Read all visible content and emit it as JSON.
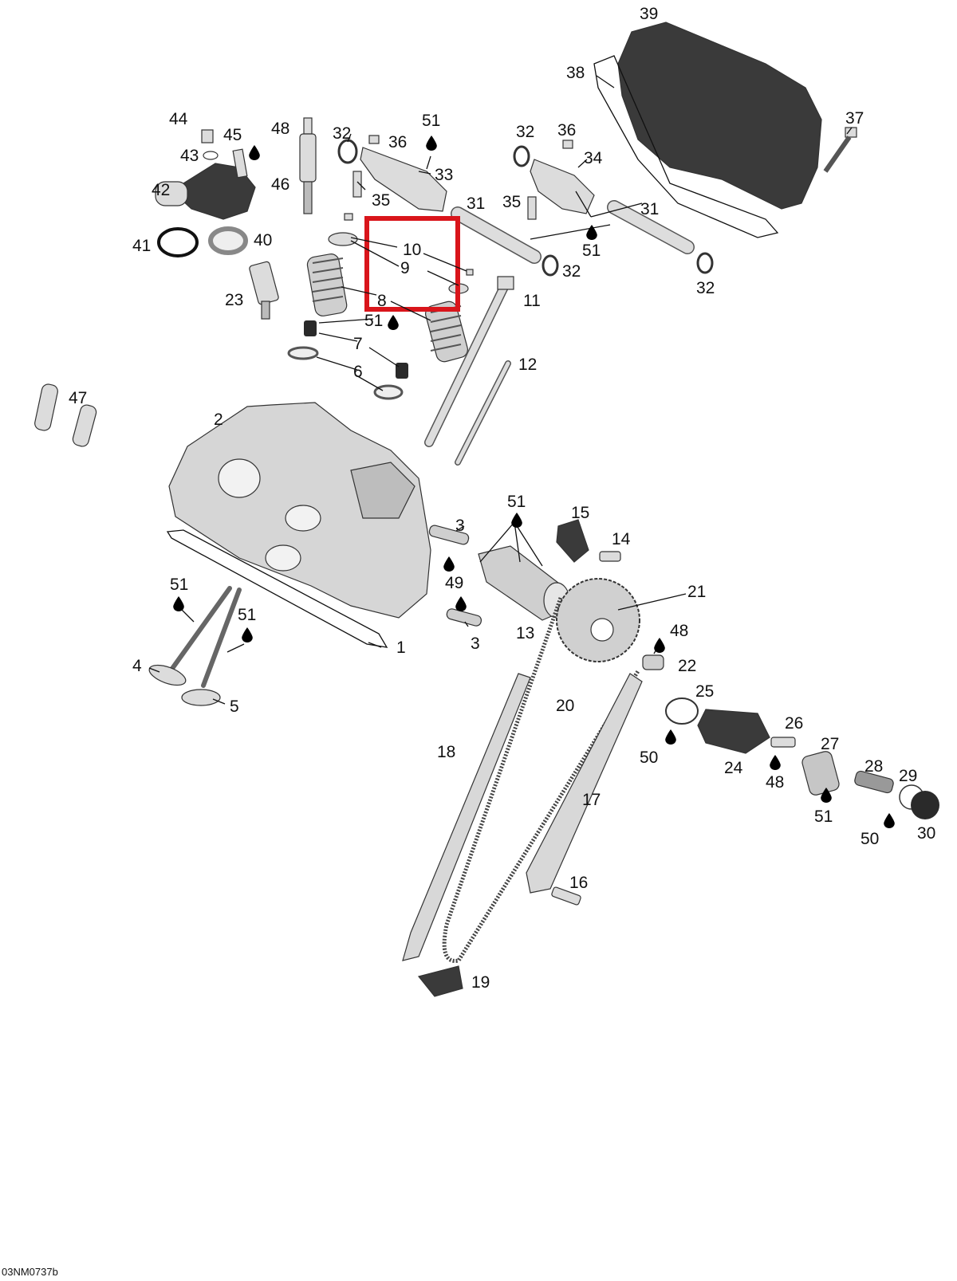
{
  "diagram": {
    "drawing_code": "03NM0737b",
    "highlight_color": "#d9151b",
    "part_fill": "#dcdcdc",
    "dark_part_fill": "#3a3a3a",
    "callouts": {
      "c39": "39",
      "c38": "38",
      "c37": "37",
      "c44": "44",
      "c45": "45",
      "c48a": "48",
      "c43": "43",
      "c42": "42",
      "c46": "46",
      "c32a": "32",
      "c36a": "36",
      "c51a": "51",
      "c33": "33",
      "c35a": "35",
      "c32b": "32",
      "c36b": "36",
      "c34": "34",
      "c35b": "35",
      "c31a": "31",
      "c31b": "31",
      "c51b": "51",
      "c32c": "32",
      "c32d": "32",
      "c41": "41",
      "c40": "40",
      "c10": "10",
      "c9": "9",
      "c23": "23",
      "c8": "8",
      "c11": "11",
      "c51c": "51",
      "c7": "7",
      "c6": "6",
      "c12": "12",
      "c47": "47",
      "c2": "2",
      "c51d": "51",
      "c15": "15",
      "c3a": "3",
      "c14": "14",
      "c49": "49",
      "c21": "21",
      "c51e": "51",
      "c51f": "51",
      "c13": "13",
      "c3b": "3",
      "c1": "1",
      "c48b": "48",
      "c22": "22",
      "c4": "4",
      "c5": "5",
      "c20": "20",
      "c25": "25",
      "c26": "26",
      "c27": "27",
      "c18": "18",
      "c50a": "50",
      "c24": "24",
      "c28": "28",
      "c29": "29",
      "c48c": "48",
      "c17": "17",
      "c51g": "51",
      "c50b": "50",
      "c30": "30",
      "c16": "16",
      "c19": "19"
    }
  }
}
